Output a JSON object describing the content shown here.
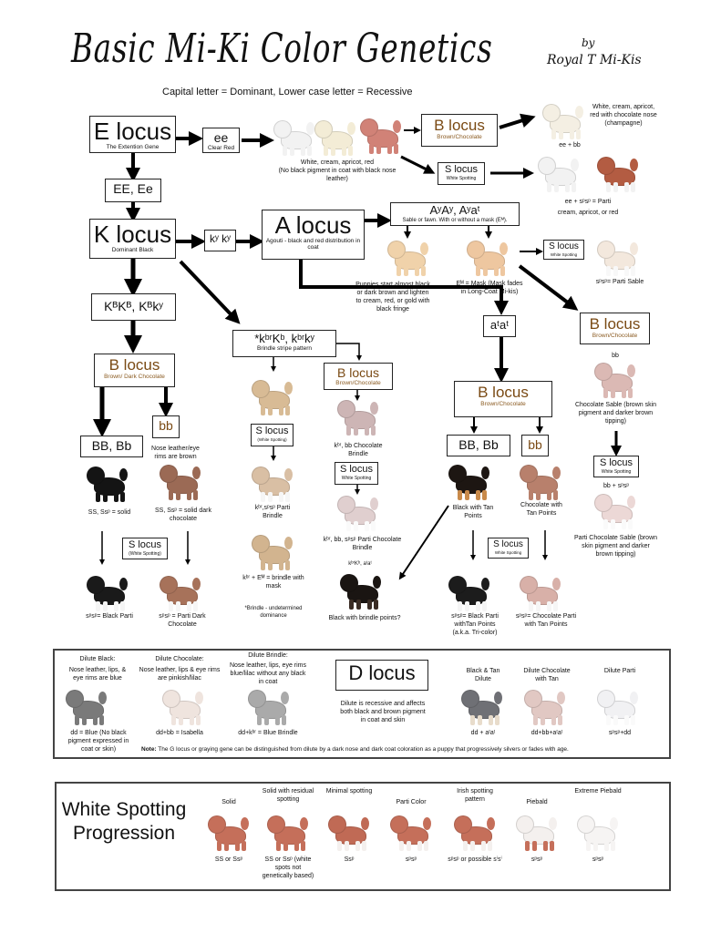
{
  "header": {
    "title": "Basic Mi-Ki Color Genetics",
    "by": "by",
    "author": "Royal T Mi-Kis",
    "legend": "Capital letter = Dominant, Lower case letter = Recessive"
  },
  "e_locus": {
    "title": "E locus",
    "sub": "The Extention Gene",
    "ee": "ee",
    "ee_sub": "Clear Red",
    "ee_caption": "White, cream, apricot, red\n(No black pigment in coat with black nose leather)",
    "EE": "EE, Ee",
    "b_title": "B locus",
    "b_sub": "Brown/Chocolate",
    "champagne": "White, cream, apricot, red with chocolate nose (champagne)",
    "ee_bb": "ee + bb",
    "s_title": "S locus",
    "s_sub": "White Spotting",
    "parti1": "ee + sᵖsᵖ = Parti",
    "parti2": "cream, apricot, or red"
  },
  "k_locus": {
    "title": "K locus",
    "sub": "Dominant Black",
    "kyky": "kʸ kʸ",
    "kb": "KᴮKᴮ, Kᴮkʸ"
  },
  "a_locus": {
    "title": "A locus",
    "sub": "Agouti - black and red distribution in coat",
    "ay": "AʸAʸ, Aʸaᵗ",
    "ay_sub": "Sable or fawn. With or without a mask (Eᴹ).",
    "puppies": "Puppies start almost black or dark brown and lighten to cream, red, or gold with black fringe",
    "mask": "Eᴹ = Mask (Mask fades in Long-Coat Mi-kis)",
    "s_title": "S locus",
    "s_sub": "White Spotting",
    "parti_sable": "sᵖsᵖ= Parti Sable",
    "b_title": "B locus",
    "b_sub": "Brown/Chocolate",
    "bb": "bb",
    "choc_sable": "Chocolate Sable (brown skin pigment and darker brown tipping)",
    "s2_title": "S locus",
    "s2_sub": "White Spotting",
    "bb_sp": "bb + sᵖsᵖ",
    "parti_choc_sable": "Parti Chocolate Sable (brown skin pigment and darker brown tipping)",
    "atat": "aᵗaᵗ",
    "b3_title": "B locus",
    "b3_sub": "Brown/Chocolate",
    "BB": "BB, Bb",
    "bb3": "bb",
    "black_tan": "Black with Tan Points",
    "choc_tan": "Chocolate with Tan Points",
    "s3_title": "S locus",
    "s3_sub": "White Spotting",
    "tricolor": "sᵖsᵖ= Black Parti withTan Points (a.k.a. Tri-color)",
    "choc_parti_tan": "sᵖsᵖ= Chocolate Parti with Tan Points"
  },
  "black_branch": {
    "b_title": "B locus",
    "b_sub": "Brown/ Dark Chocolate",
    "BB": "BB, Bb",
    "bb": "bb",
    "nose": "Nose leather/eye rims are brown",
    "solid": "SS, Ssᵖ = solid",
    "solid_choc": "SS, Ssᵖ = solid dark chocolate",
    "s_title": "S locus",
    "s_sub": "(White Spotting)",
    "black_parti": "sᵖsᵖ= Black Parti",
    "choc_parti": "sᵖsᵖ = Parti Dark Chocolate"
  },
  "brindle": {
    "title": "*kᵇʳKᵇ, kᵇʳkʸ",
    "sub": "Brindle stripe pattern",
    "s_title": "S locus",
    "s_sub": "(White Spotting)",
    "parti": "kᵇʳ,sᵖsᵖ Parti Brindle",
    "mask": "kᵇʳ + Eᴹ = brindle with mask",
    "note": "*Brindle - undetermined dominance",
    "b_title": "B locus",
    "b_sub": "Brown/Chocolate",
    "choc": "kᵇʳ, bb Chocolate Brindle",
    "s2_title": "S locus",
    "s2_sub": "White Spotting",
    "parti_choc": "kᵇʳ, bb, sᵖsᵖ Parti Chocolate Brindle",
    "kbr": "kᵇʳKᵇ, aᵗaᵗ",
    "points": "Black with brindle points?"
  },
  "d_locus": {
    "title": "D locus",
    "desc": "Dilute is recessive and affects both black and brown pigment in coat and skin",
    "items": [
      {
        "name": "Dilute Black:",
        "desc": "Nose leather, lips, & eye rims are blue",
        "geno": "dd = Blue (No black pigment expressed in coat or skin)"
      },
      {
        "name": "Dilute Chocolate:",
        "desc": "Nose leather, lips & eye rims are pinkish/lilac",
        "geno": "dd+bb = Isabella"
      },
      {
        "name": "Dilute Brindle:",
        "desc": "Nose leather, lips, eye rims blue/lilac without any black in coat",
        "geno": "dd+kᵇʳ = Blue Brindle"
      },
      {
        "name": "Black & Tan Dilute",
        "geno": "dd + aᵗaᵗ"
      },
      {
        "name": "Dilute Chocolate with Tan",
        "geno": "dd+bb+aᵗaᵗ"
      },
      {
        "name": "Dilute Parti",
        "geno": "sᵖsᵖ+dd"
      }
    ],
    "note_label": "Note:",
    "note": " The G locus or graying gene can be distinguished from dilute by a dark nose and dark coat coloration as a puppy that progressively silvers or fades with age."
  },
  "spotting": {
    "title": "White Spotting Progression",
    "items": [
      {
        "name": "Solid",
        "geno": "SS or Ssᵖ"
      },
      {
        "name": "Solid with residual spotting",
        "geno": "SS or Ssᵖ (white spots not genetically based)"
      },
      {
        "name": "Minimal spotting",
        "geno": "Ssᵖ"
      },
      {
        "name": "Parti Color",
        "geno": "sᵖsᵖ"
      },
      {
        "name": "Irish spotting pattern",
        "geno": "sᵖsᵖ or possible sⁱsⁱ"
      },
      {
        "name": "Piebald",
        "geno": "sᵖsᵖ"
      },
      {
        "name": "Extreme Piebald",
        "geno": "sᵖsᵖ"
      }
    ]
  }
}
